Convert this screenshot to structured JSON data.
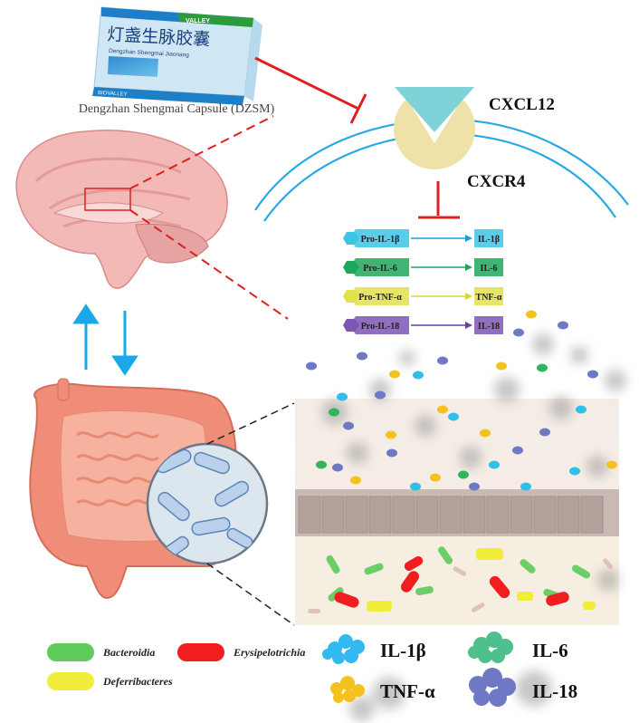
{
  "product": {
    "box_label_cn": "灯盏生脉胶囊",
    "box_label_pinyin": "Dengzhan Shengmai Jiaonang",
    "box_brand": "VALLEY",
    "box_brand_full": "BIOVALLEY",
    "caption": "Dengzhan Shengmai Capsule (DZSM)"
  },
  "receptor": {
    "ligand": "CXCL12",
    "receptor": "CXCR4"
  },
  "cytokine_pathway": [
    {
      "pro": "Pro-IL-1β",
      "mature": "IL-1β",
      "color": "#3cc6e6",
      "arrow": "#1aa0e0"
    },
    {
      "pro": "Pro-IL-6",
      "mature": "IL-6",
      "color": "#1fa85a",
      "arrow": "#1fa85a"
    },
    {
      "pro": "Pro-TNF-α",
      "mature": "TNF-α",
      "color": "#e3e04a",
      "arrow": "#d8d63a"
    },
    {
      "pro": "Pro-IL-18",
      "mature": "IL-18",
      "color": "#7c55b6",
      "arrow": "#6a3fa8"
    }
  ],
  "bacteria_legend": [
    {
      "label": "Bacteroidia",
      "color": "#5fcb5a"
    },
    {
      "label": "Erysipelotrichia",
      "color": "#f01e1e"
    },
    {
      "label": "Deferribacteres",
      "color": "#f0ee3a"
    }
  ],
  "cytokine_legend": [
    {
      "label": "IL-1β",
      "color": "#32b9ef"
    },
    {
      "label": "IL-6",
      "color": "#4fc08d"
    },
    {
      "label": "TNF-α",
      "color": "#f3c21f"
    },
    {
      "label": "IL-18",
      "color": "#6f78c4"
    }
  ],
  "colors": {
    "inhibit": "#e02020",
    "membrane": "#28a8e6",
    "arrow_blue": "#1aa8e8",
    "receptor_body": "#efe2a8",
    "ligand": "#7fd3d8"
  }
}
